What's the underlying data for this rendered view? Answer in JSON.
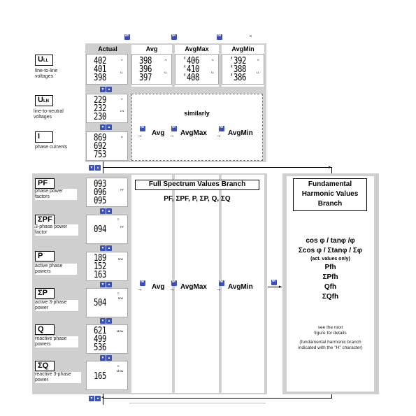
{
  "columns": {
    "actual": "Actual",
    "avg": "Avg",
    "avgmax": "AvgMax",
    "avgmin": "AvgMin"
  },
  "rows": {
    "ull": {
      "sym": "U",
      "sub": "LL",
      "desc1": "line-to-line",
      "desc2": "voltages"
    },
    "uln": {
      "sym": "U",
      "sub": "LN",
      "desc1": "line-to-neutral",
      "desc2": "voltages"
    },
    "i": {
      "sym": "I",
      "desc1": "phase currents"
    },
    "pf": {
      "sym": "PF",
      "desc1": "phase power",
      "desc2": "factors"
    },
    "spf": {
      "sym": "ΣPF",
      "desc1": "3-phase power",
      "desc2": "factor"
    },
    "p": {
      "sym": "P",
      "desc1": "active phase",
      "desc2": "powers"
    },
    "sp": {
      "sym": "ΣP",
      "desc1": "active 3-phase",
      "desc2": "power"
    },
    "q": {
      "sym": "Q",
      "desc1": "reactive phase",
      "desc2": "powers"
    },
    "sq": {
      "sym": "ΣQ",
      "desc1": "reactive 3-phase",
      "desc2": "power"
    }
  },
  "displays": {
    "ull_actual": [
      "402",
      "401",
      "398"
    ],
    "ull_avg": [
      "398",
      "396",
      "397"
    ],
    "ull_avgmax": [
      "'406",
      "'410",
      "'408"
    ],
    "ull_avgmin": [
      "'392",
      "'388",
      "'386"
    ],
    "uln_actual": [
      "229",
      "232",
      "230"
    ],
    "i_actual": [
      "869",
      "692",
      "753"
    ],
    "pf_actual": [
      "093",
      "096",
      "095"
    ],
    "spf_actual": [
      "094"
    ],
    "p_actual": [
      "189",
      "152",
      "163"
    ],
    "sp_actual": [
      "504"
    ],
    "q_actual": [
      "621",
      "499",
      "536"
    ],
    "sq_actual": [
      "165"
    ]
  },
  "units": {
    "v": "V",
    "ll": "LL",
    "ln": "LN",
    "a": "A",
    "pf": "PF",
    "sigma": "Σ",
    "mw": "MW",
    "mvar": "MVAr"
  },
  "similarly": "similarly",
  "flow1": {
    "avg": "Avg",
    "avgmax": "AvgMax",
    "avgmin": "AvgMin"
  },
  "flow2": {
    "avg": "Avg",
    "avgmax": "AvgMax",
    "avgmin": "AvgMin"
  },
  "full_spectrum": {
    "title": "Full Spectrum Values Branch",
    "items": "PF, ΣPF, P, ΣP, Q, ΣQ"
  },
  "fundamental": {
    "title1": "Fundamental",
    "title2": "Harmonic Values",
    "title3": "Branch",
    "l1": "cos φ / tanφ /φ",
    "l2": "Σcos φ / Σtanφ / Σφ",
    "l3": "(act. values only)",
    "l4": "Pfh",
    "l5": "ΣPfh",
    "l6": "Qfh",
    "l7": "ΣQfh",
    "note1": "see the next",
    "note2": "figure for details",
    "note3": "(fundamental harmonic branch",
    "note4": "indicated with the \"H\" character)"
  }
}
